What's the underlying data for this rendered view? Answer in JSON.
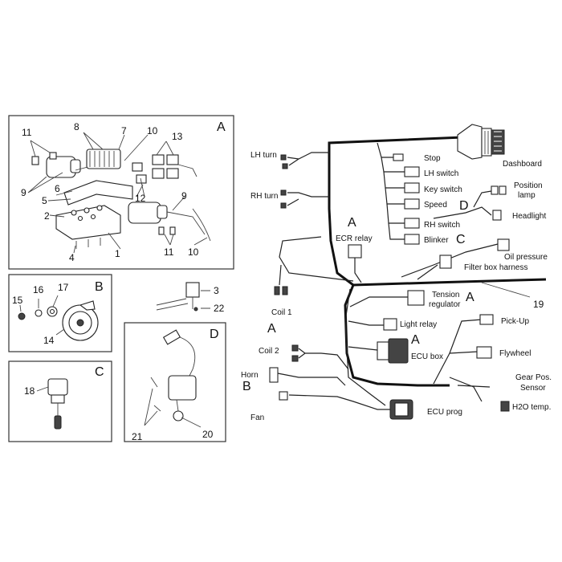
{
  "panels": {
    "A": {
      "letter": "A",
      "numbers": [
        "11",
        "8",
        "7",
        "10",
        "13",
        "9",
        "6",
        "5",
        "2",
        "12",
        "9",
        "4",
        "1",
        "11",
        "10"
      ]
    },
    "B": {
      "letter": "B",
      "numbers": [
        "15",
        "16",
        "17",
        "14"
      ]
    },
    "C": {
      "letter": "C",
      "numbers": [
        "18"
      ]
    },
    "D": {
      "letter": "D",
      "numbers": [
        "21",
        "20"
      ]
    },
    "extra": {
      "numbers": [
        "3",
        "22"
      ]
    }
  },
  "harness": {
    "labels": {
      "lh_turn": "LH turn",
      "rh_turn": "RH turn",
      "dashboard": "Dashboard",
      "stop": "Stop",
      "lh_switch": "LH switch",
      "key_switch": "Key switch",
      "speed": "Speed",
      "rh_switch": "RH switch",
      "blinker": "Blinker",
      "position_lamp_1": "Position",
      "position_lamp_2": "lamp",
      "headlight": "Headlight",
      "ecr_relay": "ECR relay",
      "oil_pressure": "Oil pressure",
      "filter_box_harness": "Filter box harness",
      "coil_1": "Coil 1",
      "tension_regulator_1": "Tension",
      "tension_regulator_2": "regulator",
      "light_relay": "Light relay",
      "pick_up": "Pick-Up",
      "coil_2": "Coil 2",
      "ecu_box": "ECU box",
      "flywheel": "Flywheel",
      "horn": "Horn",
      "gear_pos_1": "Gear Pos.",
      "gear_pos_2": "Sensor",
      "h2o_temp": "H2O temp.",
      "fan": "Fan",
      "ecu_prog": "ECU prog"
    },
    "letters": {
      "speed_D": "D",
      "ecr_A": "A",
      "oil_C": "C",
      "tension_A": "A",
      "coil2_A": "A",
      "ecu_A": "A",
      "horn_B": "B"
    },
    "part_number": "19"
  }
}
